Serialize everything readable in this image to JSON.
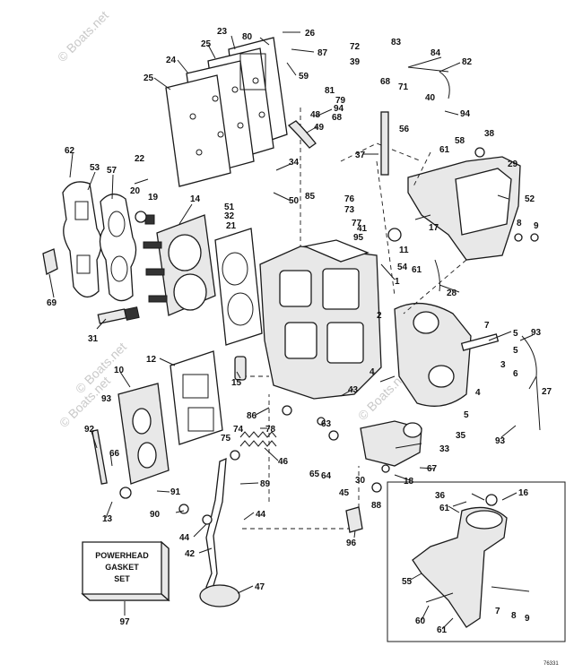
{
  "watermark": "© Boats.net",
  "kit_box": {
    "lines": [
      "POWERHEAD",
      "GASKET",
      "SET"
    ],
    "number": "97"
  },
  "catalog_number": "76331",
  "callouts": {
    "c1": "1",
    "c2": "2",
    "c3": "3",
    "c4": "4",
    "c4b": "4",
    "c5": "5",
    "c5b": "5",
    "c5c": "5",
    "c6": "6",
    "c7": "7",
    "c7b": "7",
    "c8": "8",
    "c8b": "8",
    "c9": "9",
    "c9b": "9",
    "c10": "10",
    "c11": "11",
    "c12": "12",
    "c13": "13",
    "c14": "14",
    "c15": "15",
    "c16": "16",
    "c17": "17",
    "c18": "18",
    "c19": "19",
    "c20": "20",
    "c21": "21",
    "c22": "22",
    "c23": "23",
    "c24": "24",
    "c25": "25",
    "c25b": "25",
    "c26": "26",
    "c27": "27",
    "c28": "28",
    "c29": "29",
    "c30": "30",
    "c31": "31",
    "c32": "32",
    "c33": "33",
    "c34": "34",
    "c35": "35",
    "c36": "36",
    "c37": "37",
    "c38": "38",
    "c39": "39",
    "c40": "40",
    "c41": "41",
    "c42": "42",
    "c43": "43",
    "c44": "44",
    "c44b": "44",
    "c45": "45",
    "c46": "46",
    "c47": "47",
    "c48": "48",
    "c49": "49",
    "c50": "50",
    "c51": "51",
    "c52": "52",
    "c53": "53",
    "c54": "54",
    "c55": "55",
    "c56": "56",
    "c57": "57",
    "c58": "58",
    "c59": "59",
    "c60": "60",
    "c61": "61",
    "c61b": "61",
    "c61c": "61",
    "c61d": "61",
    "c62": "62",
    "c63": "63",
    "c64": "64",
    "c65": "65",
    "c66": "66",
    "c67": "67",
    "c68": "68",
    "c68b": "68",
    "c69": "69",
    "c71": "71",
    "c72": "72",
    "c73": "73",
    "c74": "74",
    "c75": "75",
    "c76": "76",
    "c77": "77",
    "c78": "78",
    "c79": "79",
    "c80": "80",
    "c81": "81",
    "c82": "82",
    "c83": "83",
    "c84": "84",
    "c85": "85",
    "c86": "86",
    "c87": "87",
    "c88": "88",
    "c89": "89",
    "c90": "90",
    "c91": "91",
    "c92": "92",
    "c93": "93",
    "c93b": "93",
    "c93c": "93",
    "c94": "94",
    "c94b": "94",
    "c95": "95",
    "c96": "96"
  }
}
